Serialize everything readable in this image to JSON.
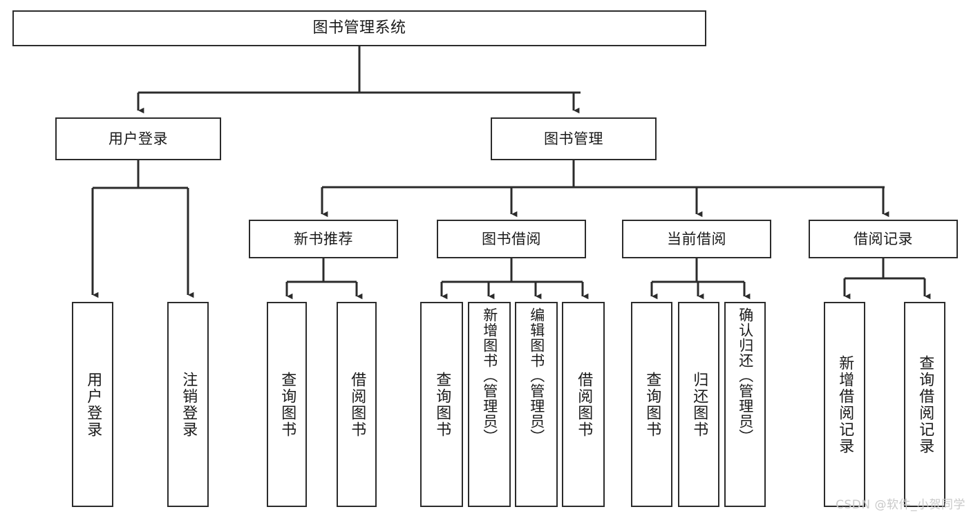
{
  "diagram": {
    "title": "图书管理系统",
    "type": "tree-hierarchy-chart",
    "watermark": "CSDN @软件_小贺同学",
    "colors": {
      "background": "#ffffff",
      "box_border": "#2b2b2b",
      "box_fill": "#ffffff",
      "connector": "#2b2b2b",
      "text": "#1a1a1a",
      "watermark": "#c9c9c9"
    }
  },
  "nodes": {
    "root": {
      "label": "图书管理系统"
    },
    "level2": [
      {
        "label": "用户登录"
      },
      {
        "label": "图书管理"
      }
    ],
    "level3": [
      {
        "label": "新书推荐"
      },
      {
        "label": "图书借阅"
      },
      {
        "label": "当前借阅"
      },
      {
        "label": "借阅记录"
      }
    ],
    "leaves": {
      "user_login": [
        {
          "label": "用户登录"
        },
        {
          "label": "注销登录"
        }
      ],
      "new_book_recommend": [
        {
          "label": "查询图书"
        },
        {
          "label": "借阅图书"
        }
      ],
      "book_borrow": [
        {
          "label": "查询图书"
        },
        {
          "label": "新增图书（管理员）"
        },
        {
          "label": "编辑图书（管理员）"
        },
        {
          "label": "借阅图书"
        }
      ],
      "current_borrow": [
        {
          "label": "查询图书"
        },
        {
          "label": "归还图书"
        },
        {
          "label": "确认归还（管理员）"
        }
      ],
      "borrow_record": [
        {
          "label": "新增借阅记录"
        },
        {
          "label": "查询借阅记录"
        }
      ]
    }
  }
}
